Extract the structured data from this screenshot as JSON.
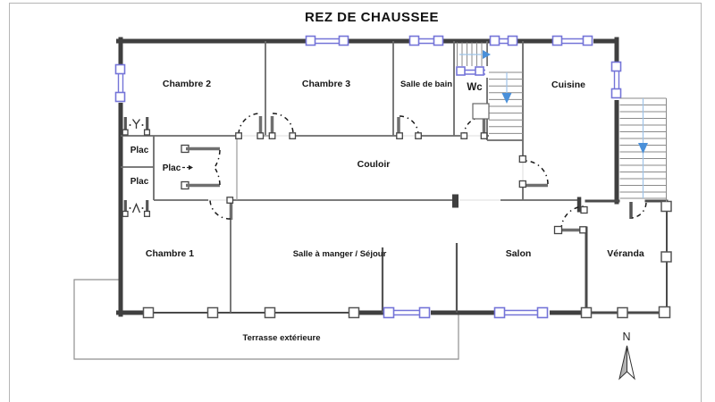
{
  "title": "REZ DE CHAUSSEE",
  "rooms": {
    "chambre2": "Chambre 2",
    "chambre3": "Chambre 3",
    "salle_de_bain": "Salle de bain",
    "wc": "Wc",
    "cuisine": "Cuisine",
    "couloir": "Couloir",
    "plac_upper": "Plac",
    "plac_lower": "Plac",
    "plac_mid": "Plac",
    "chambre1": "Chambre 1",
    "sejour": "Salle à manger / Séjour",
    "salon": "Salon",
    "veranda": "Véranda",
    "terrasse": "Terrasse extérieure"
  },
  "compass": {
    "north": "N"
  },
  "colors": {
    "exterior_wall": "#3f3f3f",
    "partition_wall": "#6a6a6a",
    "window_frame": "#7474d8",
    "stair_arrow": "#4a90d9",
    "stair_guide": "#9ec3e8",
    "door_arc": "#1a1a1a",
    "label_text": "#161616",
    "page_frame": "#b5b5b5",
    "north_arrow_shade": "#b3b3b3"
  }
}
